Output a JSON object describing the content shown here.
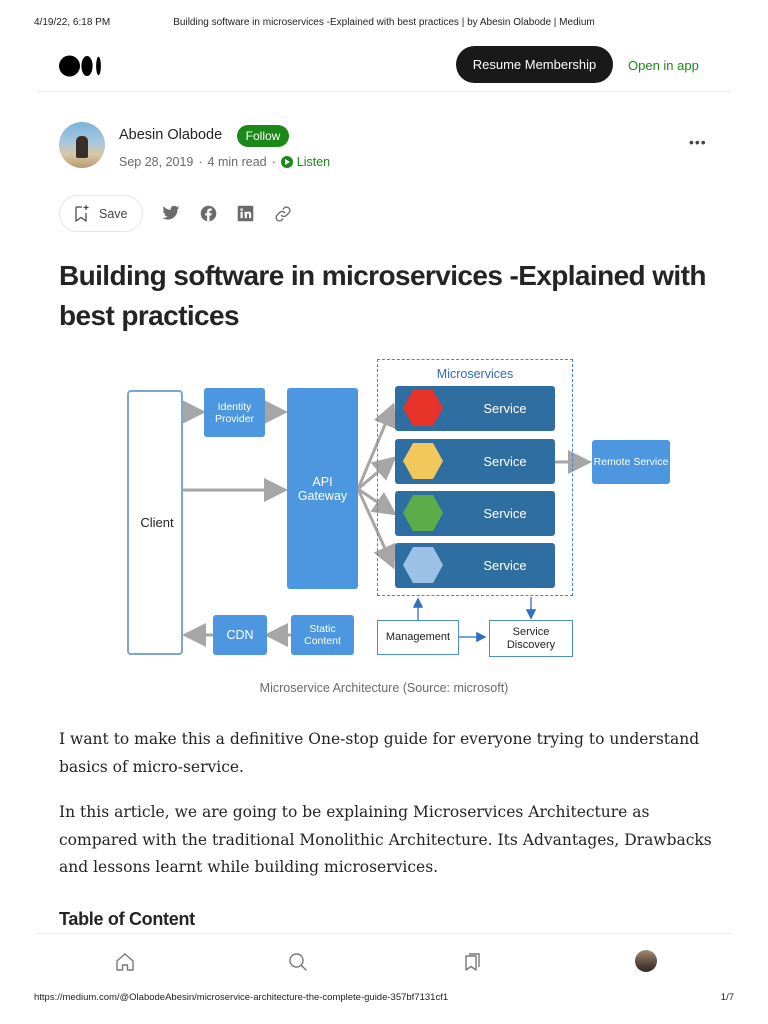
{
  "print": {
    "date": "4/19/22, 6:18 PM",
    "title": "Building software in microservices -Explained with best practices | by Abesin Olabode | Medium",
    "url": "https://medium.com/@OlabodeAbesin/microservice-architecture-the-complete-guide-357bf7131cf1",
    "page": "1/7"
  },
  "topbar": {
    "logo_icon": "medium-logo-icon",
    "resume_label": "Resume Membership",
    "open_app_label": "Open in app"
  },
  "author": {
    "name": "Abesin Olabode",
    "follow_label": "Follow",
    "date": "Sep 28, 2019",
    "separator": "·",
    "read_time": "4 min read",
    "listen_label": "Listen",
    "more_icon": "more-options-icon"
  },
  "actions": {
    "save_label": "Save",
    "icons": [
      "bookmark-add-icon",
      "twitter-icon",
      "facebook-icon",
      "linkedin-icon",
      "link-icon"
    ]
  },
  "article": {
    "title": "Building software in microservices -Explained with best practices",
    "caption": "Microservice Architecture (Source: microsoft)",
    "paragraphs": [
      "I want to make this a definitive One-stop guide for everyone trying to understand basics of micro-service.",
      "In this article, we are going to be explaining Microservices Architecture as compared with the traditional Monolithic Architecture. Its Advantages, Drawbacks and lessons learnt while building microservices."
    ],
    "toc_heading": "Table of Content"
  },
  "diagram": {
    "client": "Client",
    "identity_provider": "Identity Provider",
    "api_gateway": "API Gateway",
    "microservices_title": "Microservices",
    "services": [
      {
        "label": "Service",
        "color": "#e8332a"
      },
      {
        "label": "Service",
        "color": "#f2c75c"
      },
      {
        "label": "Service",
        "color": "#5cad4a"
      },
      {
        "label": "Service",
        "color": "#9bc2e6"
      }
    ],
    "remote_service": "Remote Service",
    "cdn": "CDN",
    "static_content": "Static Content",
    "management": "Management",
    "service_discovery": "Service Discovery"
  },
  "bottom_nav": {
    "icons": [
      "home-icon",
      "search-icon",
      "bookmarks-icon",
      "profile-avatar"
    ]
  },
  "colors": {
    "accent_green": "#1a8917",
    "button_dark": "#191919",
    "diagram_blue": "#4c97e0",
    "service_navy": "#2f6ea0"
  }
}
